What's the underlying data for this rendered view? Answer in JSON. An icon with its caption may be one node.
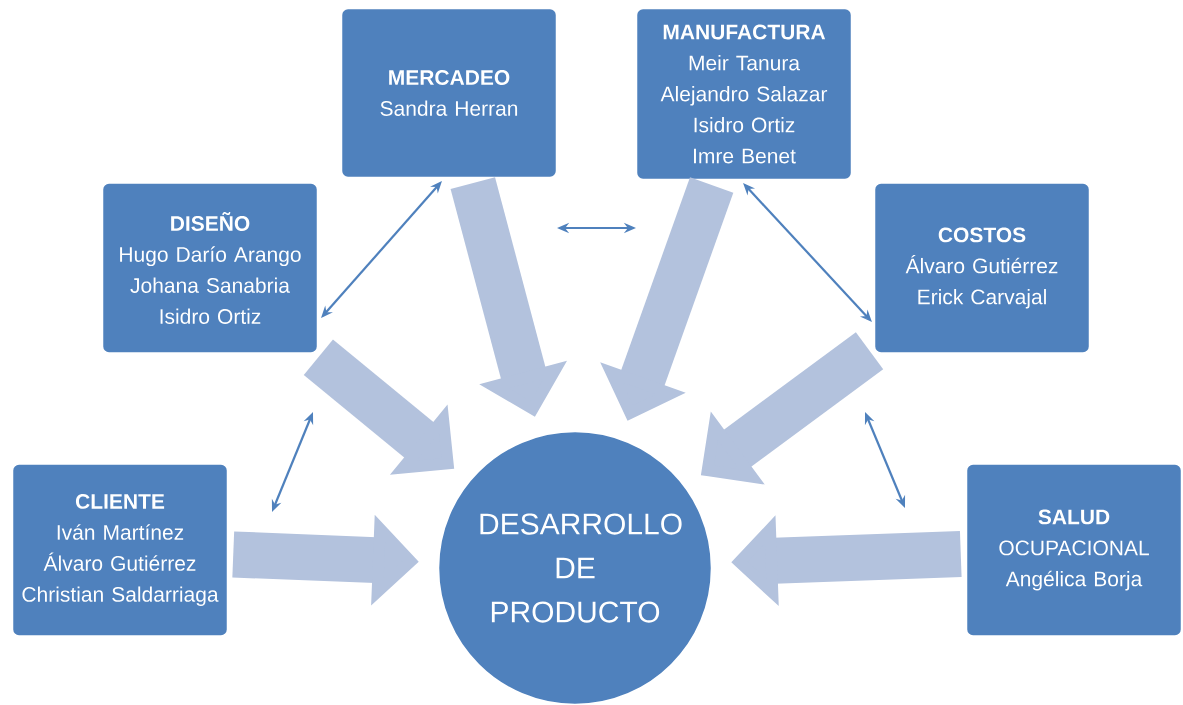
{
  "diagram": {
    "nodes": [
      {
        "text": [
          "CLIENTE",
          "Iván Martínez",
          "Álvaro Gutiérrez",
          "Christian Saldarriaga"
        ]
      },
      {
        "text": [
          "DISEÑO",
          "Hugo Darío Arango",
          "Johana Sanabria",
          "Isidro Ortiz"
        ]
      },
      {
        "text": [
          "MERCADEO",
          "Sandra Herran"
        ]
      },
      {
        "text": [
          "MANUFACTURA",
          "Meir Tanura",
          "Alejandro Salazar",
          "Isidro Ortiz",
          "Imre Benet"
        ]
      },
      {
        "text": [
          "COSTOS",
          "Álvaro Gutiérrez",
          "Erick Carvajal"
        ]
      },
      {
        "text": [
          "SALUD",
          "OCUPACIONAL",
          "Angélica Borja"
        ]
      },
      {
        "text": [
          "DESARROLLO DE PRODUCTO"
        ]
      }
    ],
    "edges": [
      {
        "from": 0,
        "to": 6,
        "arrow": "to",
        "color": "#b3c2dd"
      },
      {
        "from": 1,
        "to": 6,
        "arrow": "to",
        "color": "#b3c2dd"
      },
      {
        "from": 2,
        "to": 6,
        "arrow": "to",
        "color": "#b3c2dd"
      },
      {
        "from": 3,
        "to": 6,
        "arrow": "to",
        "color": "#b3c2dd"
      },
      {
        "from": 4,
        "to": 6,
        "arrow": "to",
        "color": "#b3c2dd"
      },
      {
        "from": 5,
        "to": 6,
        "arrow": "to",
        "color": "#b3c2dd"
      },
      {
        "from": 0,
        "to": 1,
        "arrow": "both",
        "color": "#4f81bd"
      },
      {
        "from": 1,
        "to": 2,
        "arrow": "both",
        "color": "#4f81bd"
      },
      {
        "from": 2,
        "to": 3,
        "arrow": "both",
        "color": "#4f81bd"
      },
      {
        "from": 3,
        "to": 4,
        "arrow": "both",
        "color": "#4f81bd"
      },
      {
        "from": 4,
        "to": 5,
        "arrow": "both",
        "color": "#4f81bd"
      }
    ]
  }
}
